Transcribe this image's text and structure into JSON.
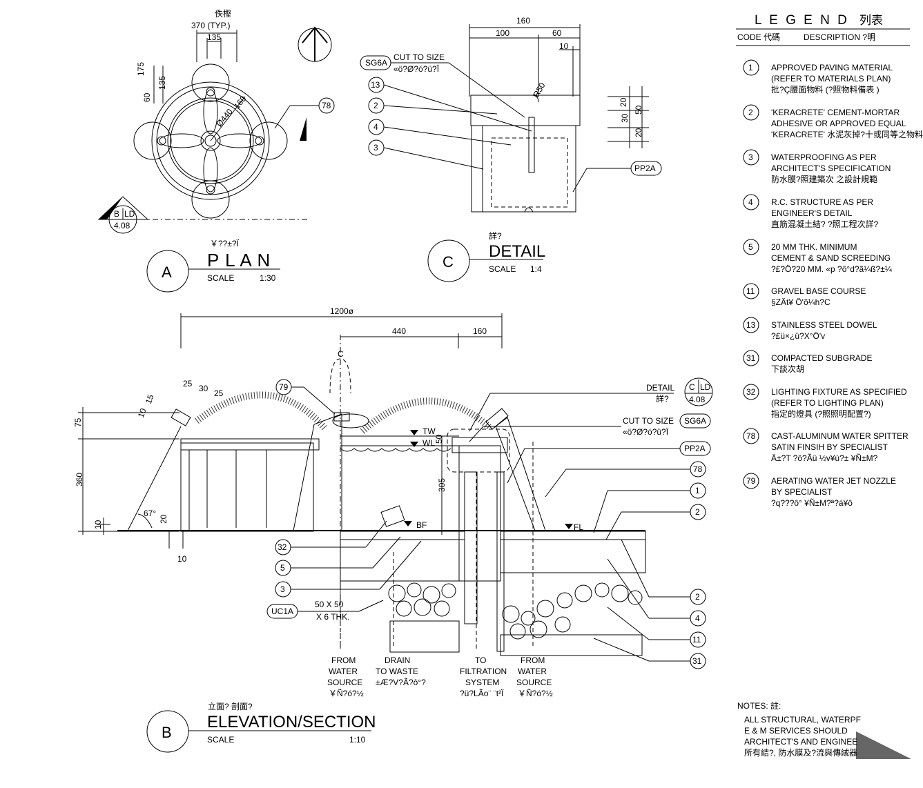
{
  "plan": {
    "dim_top": "370 (TYP.)",
    "dim_top_cn": "佚樫",
    "dim_135": "135",
    "dim_175": "175",
    "dim_60": "60",
    "dim_135_v": "135",
    "dim_440": "Ø440",
    "dim_160": "160",
    "tag_78": "78",
    "section_mark_letter": "B",
    "section_mark_sheet": "LD",
    "section_mark_num": "4.08",
    "title_cn": "￥??±?Ï",
    "title": "P L A N",
    "scale_label": "SCALE",
    "scale_value": "1:30",
    "letter": "A"
  },
  "detail": {
    "dim_160": "160",
    "dim_100": "100",
    "dim_60": "60",
    "dim_10": "10",
    "tag_sg6a": "SG6A",
    "cut_to_size": "CUT TO SIZE",
    "cut_to_size_cn": "«ö?Ø?ó?ü?Ï",
    "tags": [
      "13",
      "2",
      "4",
      "3"
    ],
    "r50": "R50",
    "dim_20a": "20",
    "dim_50": "50",
    "dim_30": "30",
    "dim_20b": "20",
    "tag_pp2a": "PP2A",
    "title_cn": "詳?",
    "title": "DETAIL",
    "scale_label": "SCALE",
    "scale_value": "1:4",
    "letter": "C"
  },
  "elevation": {
    "dim_1200": "1200ø",
    "dim_440": "440",
    "dim_160": "160",
    "dim_75": "75",
    "dim_360": "360",
    "dim_10a": "10",
    "dim_10b": "10",
    "dim_20": "20",
    "dim_10c": "10",
    "dim_15": "15",
    "dim_25a": "25",
    "dim_30": "30",
    "dim_25b": "25",
    "dim_67": "67°",
    "dim_305": "305",
    "dim_50": "50",
    "tag_79": "79",
    "detail_ref": "DETAIL",
    "detail_ref_cn": "詳?",
    "detail_ref_letter": "C",
    "detail_ref_sheet": "LD",
    "detail_ref_num": "4.08",
    "cut_to_size": "CUT TO SIZE",
    "cut_to_size_cn": "«ö?Ø?ó?ü?Ï",
    "tag_sg6a": "SG6A",
    "tag_pp2a": "PP2A",
    "tw": "TW",
    "wl": "WL",
    "bf": "BF",
    "fl": "FL",
    "cl": "C",
    "right_tags": [
      "78",
      "1",
      "2",
      "2",
      "4",
      "11",
      "31"
    ],
    "left_tags": [
      "32",
      "5",
      "3"
    ],
    "tag_uc1a": "UC1A",
    "uc1a_l1": "50 X 50",
    "uc1a_l2": "X 6 THK.",
    "pipes": [
      {
        "l1": "FROM",
        "l2": "WATER",
        "l3": "SOURCE",
        "l4": "￥Ñ?ó?½"
      },
      {
        "l1": "DRAIN",
        "l2": "TO WASTE",
        "l3": "±Æ?V?Ã?ô°?",
        "l4": ""
      },
      {
        "l1": "TO",
        "l2": "FILTRATION",
        "l3": "SYSTEM",
        "l4": "?ü?LÃo¨ ¨t²Ï"
      },
      {
        "l1": "FROM",
        "l2": "WATER",
        "l3": "SOURCE",
        "l4": "￥Ñ?ó?½"
      }
    ],
    "title_cn": "立面?  剖面?",
    "title": "ELEVATION/SECTION",
    "scale_label": "SCALE",
    "scale_value": "1:10",
    "letter": "B"
  },
  "legend": {
    "title": "L E G E N D",
    "title_cn": "列表",
    "col_code": "CODE 代碼",
    "col_desc": "DESCRIPTION  ?明",
    "items": [
      {
        "code": "1",
        "lines": [
          "APPROVED PAVING MATERIAL",
          "(REFER TO MATERIALS PLAN)",
          "批?Ç腰面物料 (?照物料備表 )"
        ]
      },
      {
        "code": "2",
        "lines": [
          "'KERACRETE' CEMENT-MORTAR",
          "ADHESIVE OR APPROVED EQUAL",
          "'KERACRETE' 水泥灰掉?十或同等之物料"
        ]
      },
      {
        "code": "3",
        "lines": [
          "WATERPROOFING AS PER",
          "ARCHITECT'S SPECIFICATION",
          "防水膜?照建築次   之設計規範"
        ]
      },
      {
        "code": "4",
        "lines": [
          "R.C. STRUCTURE AS PER",
          "ENGINEER'S DETAIL",
          "直筋混凝土結?  ?照工程次詳?"
        ]
      },
      {
        "code": "5",
        "lines": [
          "20 MM THK. MINIMUM",
          "CEMENT & SAND SCREEDING",
          "?£?Ö?20 MM. «p  ?ô°d?ã¼ß?±¼"
        ]
      },
      {
        "code": "11",
        "lines": [
          "GRAVEL BASE COURSE",
          "§ZÄt¥ Ö'õ¼h?C"
        ]
      },
      {
        "code": "13",
        "lines": [
          "STAINLESS STEEL DOWEL",
          "?£ü×¿ü?X°Ö'v"
        ]
      },
      {
        "code": "31",
        "lines": [
          "COMPACTED SUBGRADE",
          "下談次胡"
        ]
      },
      {
        "code": "32",
        "lines": [
          "LIGHTING FIXTURE AS SPECIFIED",
          "(REFER TO LIGHTING PLAN)",
          "指定的燈具 (?照照明配置?)"
        ]
      },
      {
        "code": "78",
        "lines": [
          "CAST-ALUMINUM WATER SPITTER",
          "SATIN FINSIH BY SPECIALIST",
          "Ä±?T  ?ô?Ãü  ½v¥ú?±  ¥Ñ±M?"
        ]
      },
      {
        "code": "79",
        "lines": [
          "AERATING WATER JET NOZZLE",
          "BY SPECIALIST",
          "?q???ô°  ¥Ñ±M?ª?á¥ô"
        ]
      }
    ]
  },
  "notes": {
    "title": "NOTES:  註:",
    "lines": [
      "ALL STRUCTURAL, WATERPF",
      "E & M SERVICES SHOULD",
      "ARCHITECT'S AND ENGINEE",
      "所有結?, 防水膜及?流與傳絨器"
    ]
  }
}
